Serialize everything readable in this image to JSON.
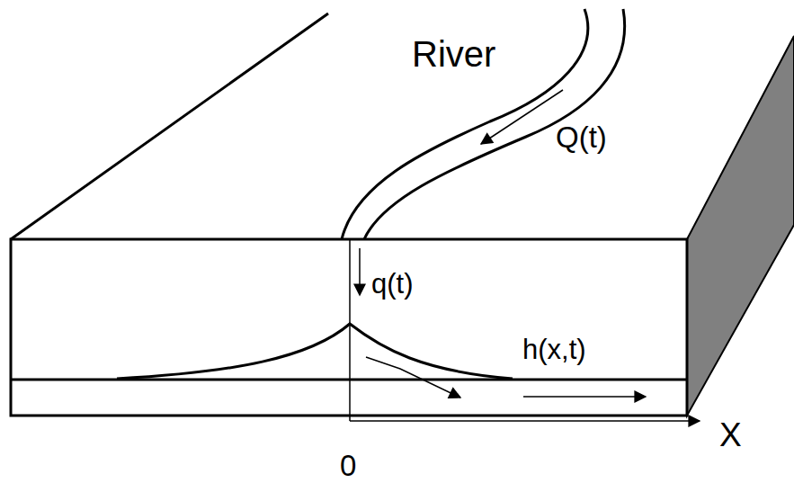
{
  "diagram": {
    "labels": [
      "River",
      "Q(t)",
      "q(t)",
      "h(x,t)",
      "X",
      "0"
    ]
  }
}
